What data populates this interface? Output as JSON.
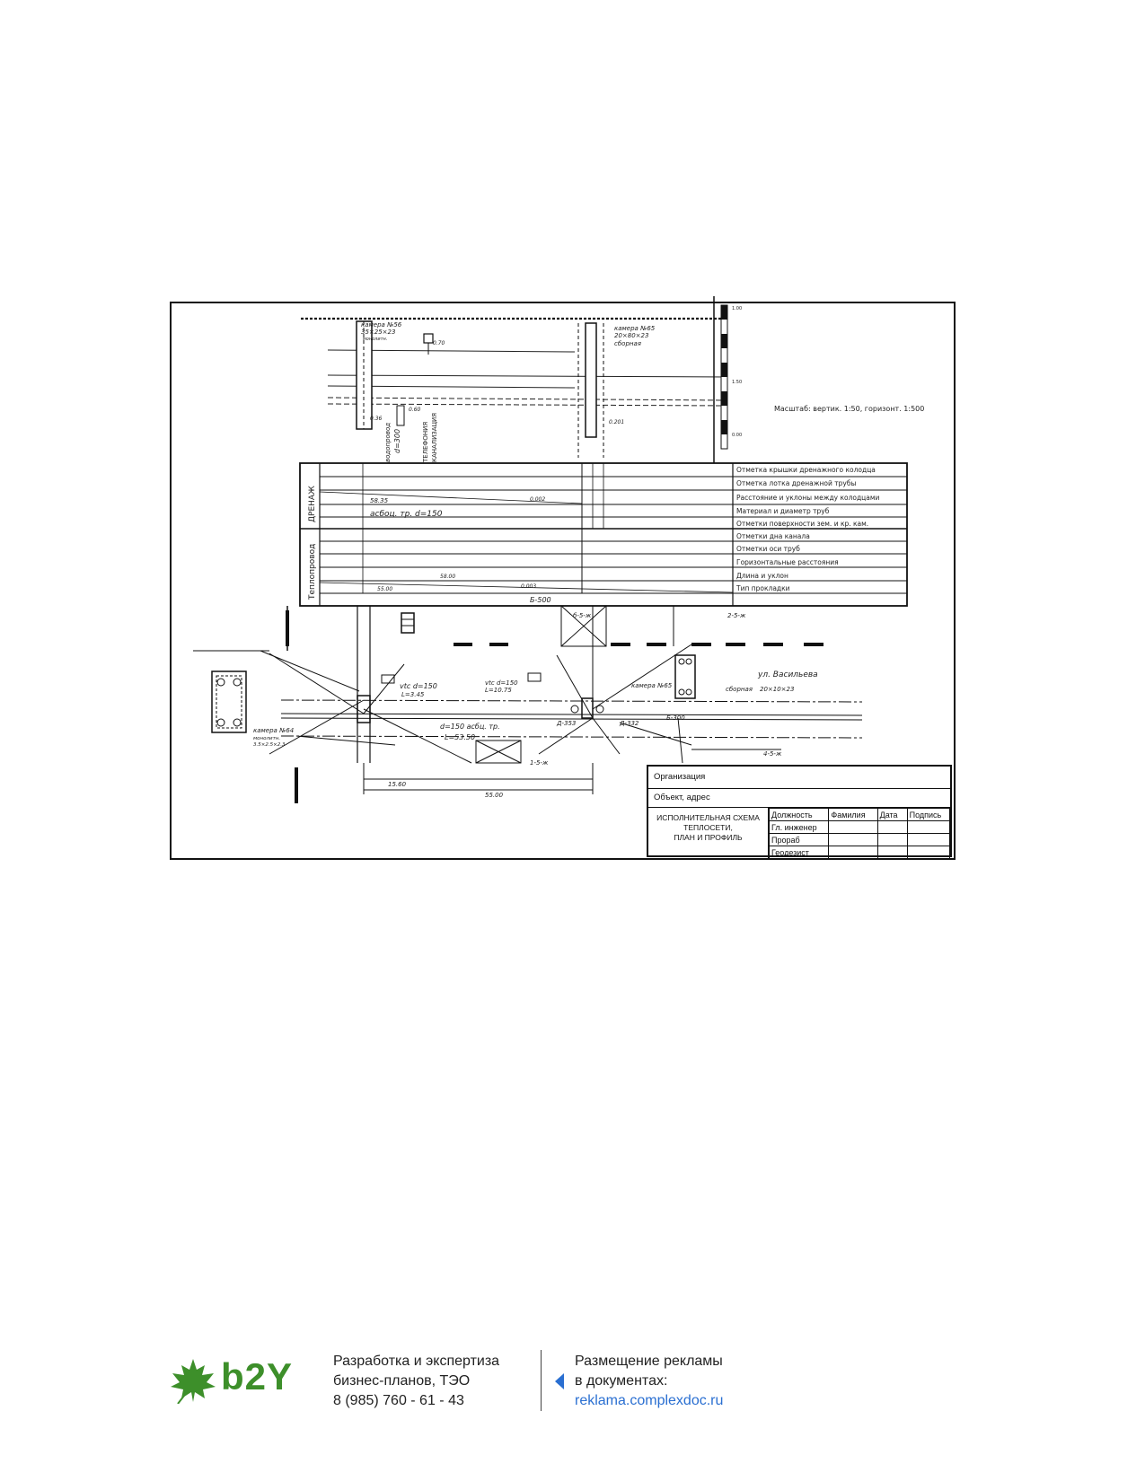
{
  "drawing": {
    "top": {
      "chamber56": "камера №56",
      "chamber56_size": "35×25×23",
      "chamber56_type": "монолитн.",
      "chamber65": "камера №65",
      "chamber65_size": "20×80×23",
      "chamber65_type": "сборная",
      "water": "водопровод",
      "water_d": "d=300",
      "phone": "ТЕЛЕФОНИЯ",
      "sewer": "КАНАЛИЗАЦИЯ",
      "scale": "Масштаб: вертик. 1:50, горизонт. 1:500",
      "ruler": [
        "1.00",
        "1.50",
        "0.00"
      ],
      "marks": [
        "0.36",
        "0.60",
        "0.70",
        "0.201"
      ]
    },
    "profile": {
      "group_drainage": "ДРЕНАЖ",
      "group_heat": "Теплопровод",
      "rows": [
        "Отметка крышки дренажного колодца",
        "Отметка лотка дренажной трубы",
        "Расстояние и уклоны между колодцами",
        "Материал и диаметр труб",
        "Отметки поверхности зем. и кр. кам.",
        "Отметки дна канала",
        "Отметки оси труб",
        "Горизонтальные расстояния",
        "Длина и уклон",
        "Тип прокладки"
      ],
      "values": {
        "dist1": "58.35",
        "slope1": "0.002",
        "material": "асбоц. тр.  d=150",
        "horiz": "58.00",
        "len": "55.00",
        "slope2": "0.003",
        "laying": "Б-500"
      }
    },
    "plan": {
      "street": "ул. Васильева",
      "chamber64": "камера №64",
      "chamber64_type": "монолитн.",
      "chamber64_size": "3.5×2.5×2.3",
      "chamber65": "камера №65",
      "chamber65_type": "сборная",
      "chamber65_size": "20×10×23",
      "pipe1": "vtc d=150",
      "pipe1_len": "L=3.45",
      "pipe2": "vtc d=150",
      "pipe2_len": "L=10.75",
      "pipe3": "d=150  асбц. тр.",
      "pipe3_len": "L=53.50",
      "dim1": "15.60",
      "dim2": "55.00",
      "label_b6": "б-5-ж",
      "label_b2": "2-5-ж",
      "label_b1": "1-5-ж",
      "label_b4": "4-5-ж",
      "label_b300": "Б-300",
      "label_d353": "Д-353",
      "label_d332": "Д-332"
    },
    "title_block": {
      "organization": "Организация",
      "object": "Объект, адрес",
      "schema": [
        "ИСПОЛНИТЕЛЬНАЯ СХЕМА",
        "ТЕПЛОСЕТИ,",
        "ПЛАН И ПРОФИЛЬ"
      ],
      "headers": [
        "Должность",
        "Фамилия",
        "Дата",
        "Подпись"
      ],
      "positions": [
        "Гл. инженер",
        "Прораб",
        "Геодезист"
      ]
    }
  },
  "footer": {
    "logo": "b2Y",
    "left_lines": [
      "Разработка и экспертиза",
      "бизнес-планов, ТЭО",
      "8 (985) 760 - 61 - 43"
    ],
    "right_lines": [
      "Размещение рекламы",
      "в документах:"
    ],
    "link": "reklama.complexdoc.ru",
    "colors": {
      "brand_green": "#3d8f2a",
      "link_blue": "#2a6fd1"
    }
  }
}
